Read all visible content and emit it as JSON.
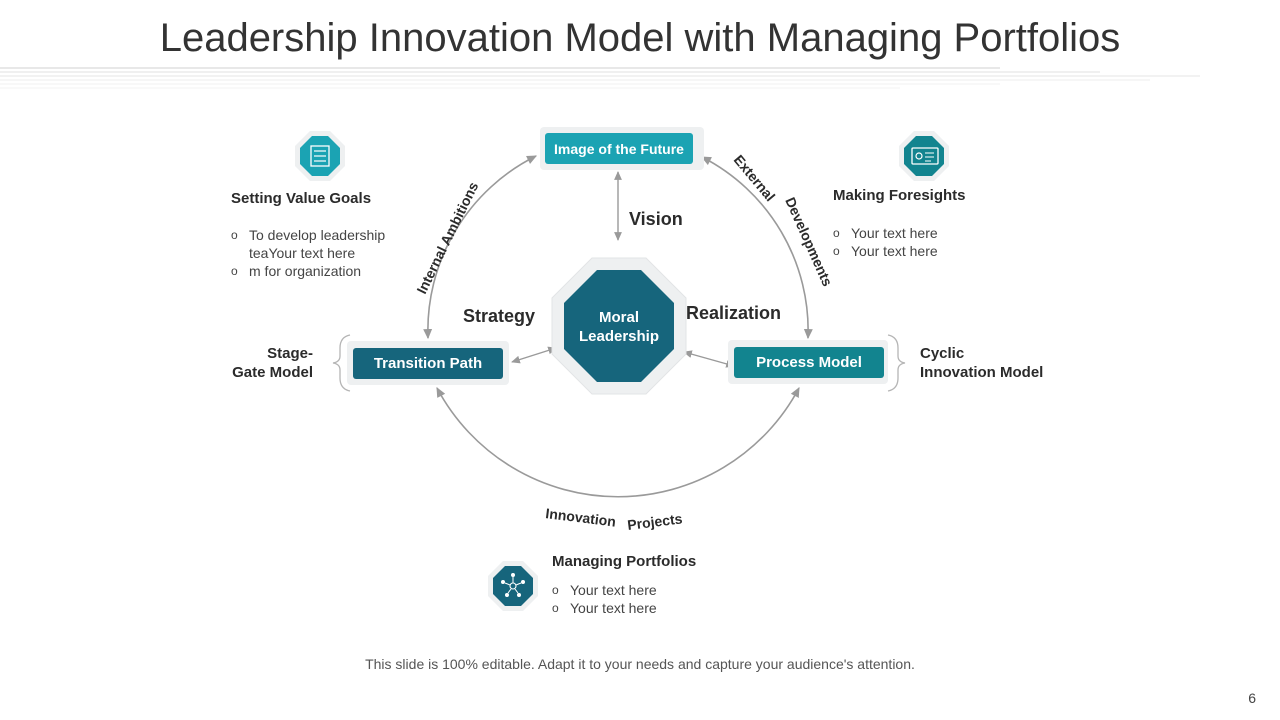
{
  "title": "Leadership Innovation Model with Managing Portfolios",
  "center": {
    "line1": "Moral",
    "line2": "Leadership"
  },
  "boxes": {
    "top": "Image of the Future",
    "left": "Transition Path",
    "right": "Process Model"
  },
  "connector_labels": {
    "vision": "Vision",
    "strategy": "Strategy",
    "realization": "Realization"
  },
  "arc_labels": {
    "left": "Internal Ambitions",
    "right": "External Developments",
    "bottom": "Innovation Projects"
  },
  "side_labels": {
    "left_line1": "Stage-",
    "left_line2": "Gate Model",
    "right_line1": "Cyclic",
    "right_line2": "Innovation Model"
  },
  "panels": {
    "top_left": {
      "icon": "checklist-icon",
      "heading": "Setting Value Goals",
      "bullets": [
        "To develop leadership teaYour text here",
        "m for organization"
      ]
    },
    "top_right": {
      "icon": "foresight-screen-icon",
      "heading": "Making Foresights",
      "bullets": [
        "Your text here",
        "Your text here"
      ]
    },
    "bottom": {
      "icon": "network-star-icon",
      "heading": "Managing Portfolios",
      "bullets": [
        "Your text here",
        "Your text here"
      ]
    }
  },
  "footer": "This slide is 100% editable. Adapt it to your needs and capture your audience's attention.",
  "page_number": "6",
  "colors": {
    "dark_teal": "#16657c",
    "light_teal": "#1ba3b3",
    "mid_teal": "#12848f",
    "arc_gray": "#9a9a9a"
  }
}
